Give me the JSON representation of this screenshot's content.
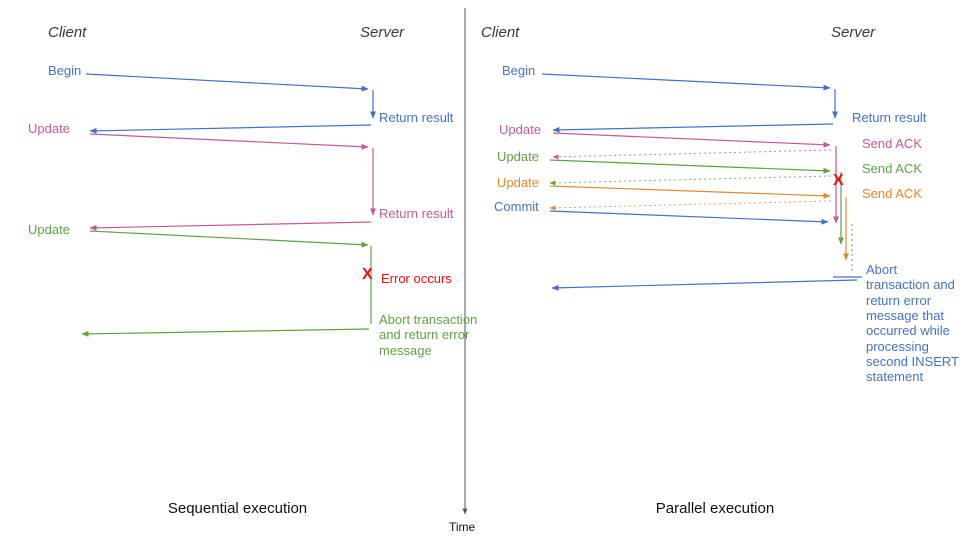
{
  "left": {
    "title": "Sequential execution",
    "client": "Client",
    "server": "Server",
    "begin": "Begin",
    "return1": "Return result",
    "update1": "Update",
    "return2": "Return result",
    "update2": "Update",
    "error_x": "X",
    "error_label": "Error occurs",
    "abort": "Abort transaction and return error message"
  },
  "right": {
    "title": "Parallel execution",
    "client": "Client",
    "server": "Server",
    "begin": "Begin",
    "return1": "Return result",
    "update1": "Update",
    "ack1": "Send ACK",
    "update2": "Update",
    "ack2": "Send ACK",
    "update3": "Update",
    "ack3": "Send ACK",
    "commit": "Commit",
    "error_x": "X",
    "abort": "Abort transaction and return error message that occurred while processing second INSERT statement"
  },
  "axis": {
    "time": "Time"
  },
  "colors": {
    "blue": "#4472c4",
    "pink": "#c45a9d",
    "green": "#61a243",
    "orange": "#e08a2e",
    "red": "#e81212",
    "axis": "#555555"
  }
}
